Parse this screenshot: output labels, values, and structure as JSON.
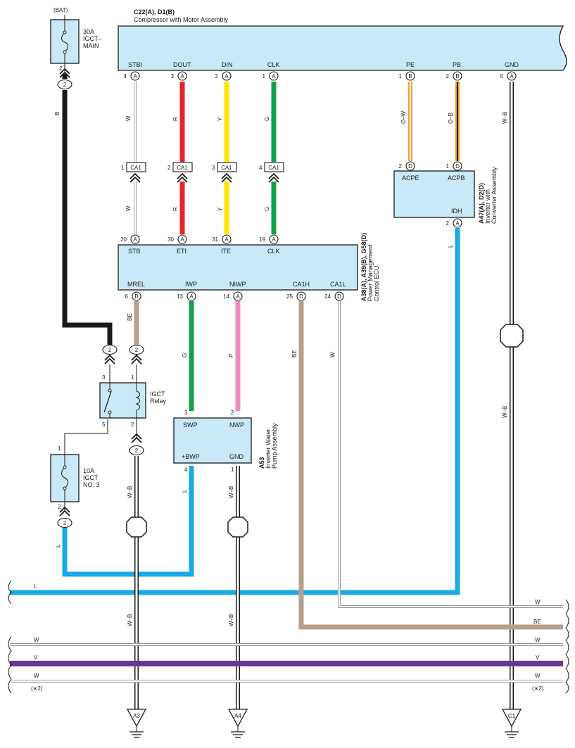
{
  "colors": {
    "black": "#1a1a1a",
    "red": "#e3242b",
    "yellow": "#ffe600",
    "green": "#12a14a",
    "orange": "#f39a2b",
    "tan": "#b3a08f",
    "pink": "#f08bbd",
    "blue": "#19a9e6",
    "violet": "#6a3593",
    "gray": "#9a9a9a",
    "box_fill": "#c9e9f9"
  },
  "compressor": {
    "ref": "C22(A), D1(B)",
    "name": "Compressor with Motor Assembly",
    "pins": [
      {
        "label": "STBI",
        "num": "4",
        "conn": "A"
      },
      {
        "label": "DOUT",
        "num": "3",
        "conn": "A"
      },
      {
        "label": "DIN",
        "num": "2",
        "conn": "A"
      },
      {
        "label": "CLK",
        "num": "1",
        "conn": "A"
      },
      {
        "label": "PE",
        "num": "1",
        "conn": "B"
      },
      {
        "label": "PB",
        "num": "2",
        "conn": "B"
      },
      {
        "label": "GND",
        "num": "5",
        "conn": "A"
      }
    ]
  },
  "inverter": {
    "ref": "A47(A), D2(D)",
    "name_line1": "Inverter with",
    "name_line2": "Converter Assembly",
    "pins_top": [
      {
        "label": "ACPE",
        "num": "2",
        "conn": "D"
      },
      {
        "label": "ACPB",
        "num": "1",
        "conn": "D"
      }
    ],
    "pin_bottom": {
      "label": "IDH",
      "num": "2",
      "conn": "A"
    }
  },
  "ecu": {
    "ref": "A38(A), A39(B), G58(D)",
    "name_line1": "Power Management",
    "name_line2": "Control ECU",
    "pins_top": [
      {
        "label": "STB",
        "num": "20",
        "conn": "A"
      },
      {
        "label": "ETI",
        "num": "30",
        "conn": "A"
      },
      {
        "label": "ITE",
        "num": "31",
        "conn": "A"
      },
      {
        "label": "CLK",
        "num": "19",
        "conn": "A"
      }
    ],
    "pins_bottom": [
      {
        "label": "MREL",
        "num": "6",
        "conn": "B"
      },
      {
        "label": "IWP",
        "num": "13",
        "conn": "A"
      },
      {
        "label": "NIWP",
        "num": "14",
        "conn": "A"
      },
      {
        "label": "CA1H",
        "num": "25",
        "conn": "D"
      },
      {
        "label": "CA1L",
        "num": "24",
        "conn": "D"
      }
    ]
  },
  "junction_connectors": [
    {
      "num": "1",
      "label": "CA1"
    },
    {
      "num": "2",
      "label": "CA1"
    },
    {
      "num": "3",
      "label": "CA1"
    },
    {
      "num": "4",
      "label": "CA1"
    }
  ],
  "pump": {
    "ref": "A53",
    "name_line1": "Inverter Water",
    "name_line2": "Pump Assembly",
    "pins_top": [
      {
        "label": "SWP",
        "num": "3"
      },
      {
        "label": "NWP",
        "num": "2"
      }
    ],
    "pins_bottom": [
      {
        "label": "+BWP",
        "num": "4"
      },
      {
        "label": "GND",
        "num": "1"
      }
    ]
  },
  "relay": {
    "name_line1": "IGCT",
    "name_line2": "Relay",
    "pins": [
      "3",
      "1",
      "5",
      "2"
    ]
  },
  "fuses": [
    {
      "source": "(BAT)",
      "line1": "30A",
      "line2": "IGCT–",
      "line3": "MAIN",
      "out_pin": "2"
    },
    {
      "line1": "10A",
      "line2": "IGCT",
      "line3": "NO. 3",
      "in_pin": "1",
      "out_pin": "2"
    }
  ],
  "inline_connector": "2",
  "wire_colors": {
    "B": "B",
    "W": "W",
    "R": "R",
    "Y": "Y",
    "G": "G",
    "OW": "O–W",
    "OB": "O–B",
    "L": "L",
    "BE": "BE",
    "P": "P",
    "WB": "W–B",
    "V": "V"
  },
  "bus_labels": {
    "note": "(∗2)"
  },
  "grounds": [
    {
      "label": "A3"
    },
    {
      "label": "A4"
    },
    {
      "label": "C1"
    }
  ]
}
